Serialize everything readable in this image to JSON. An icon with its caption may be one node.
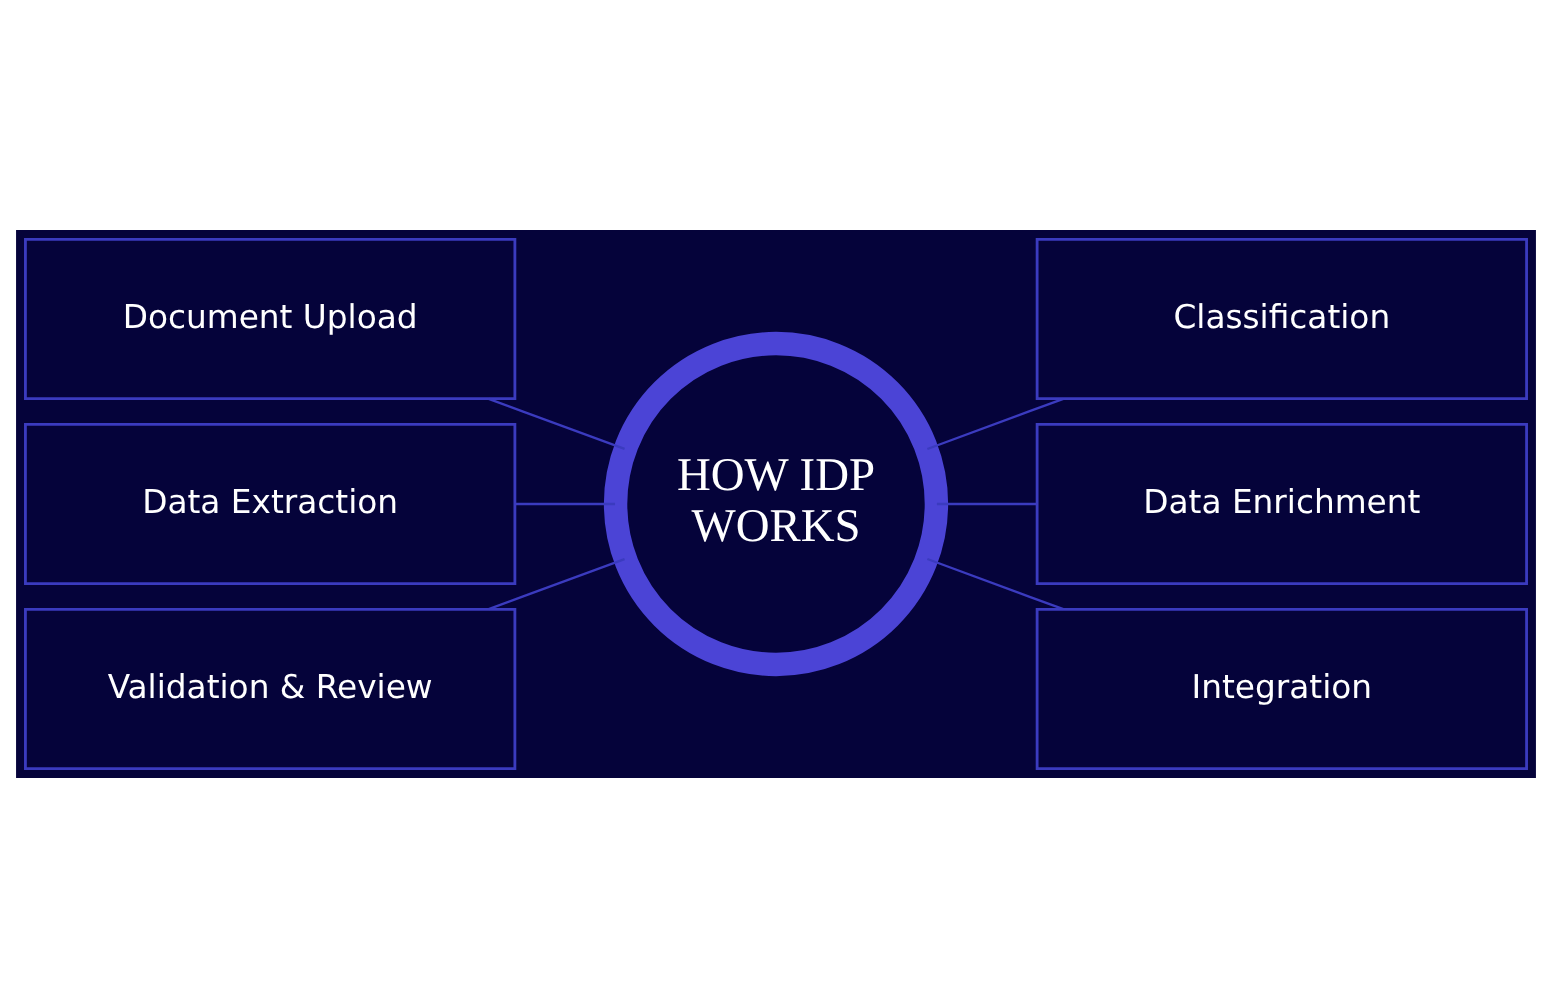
{
  "diagram": {
    "nodes": [
      {
        "text": [
          "Document Upload"
        ]
      },
      {
        "text": [
          "Data Extraction"
        ]
      },
      {
        "text": [
          "Validation & Review"
        ]
      },
      {
        "text": [
          "HOW IDP WORKS"
        ]
      },
      {
        "text": [
          "Classification"
        ]
      },
      {
        "text": [
          "Data Enrichment"
        ]
      },
      {
        "text": [
          "Integration"
        ]
      }
    ],
    "edges": [
      {
        "from": 0,
        "to": 3,
        "arrow": "none"
      },
      {
        "from": 1,
        "to": 3,
        "arrow": "none"
      },
      {
        "from": 2,
        "to": 3,
        "arrow": "none"
      },
      {
        "from": 3,
        "to": 4,
        "arrow": "none"
      },
      {
        "from": 3,
        "to": 5,
        "arrow": "none"
      },
      {
        "from": 3,
        "to": 6,
        "arrow": "none"
      }
    ]
  }
}
